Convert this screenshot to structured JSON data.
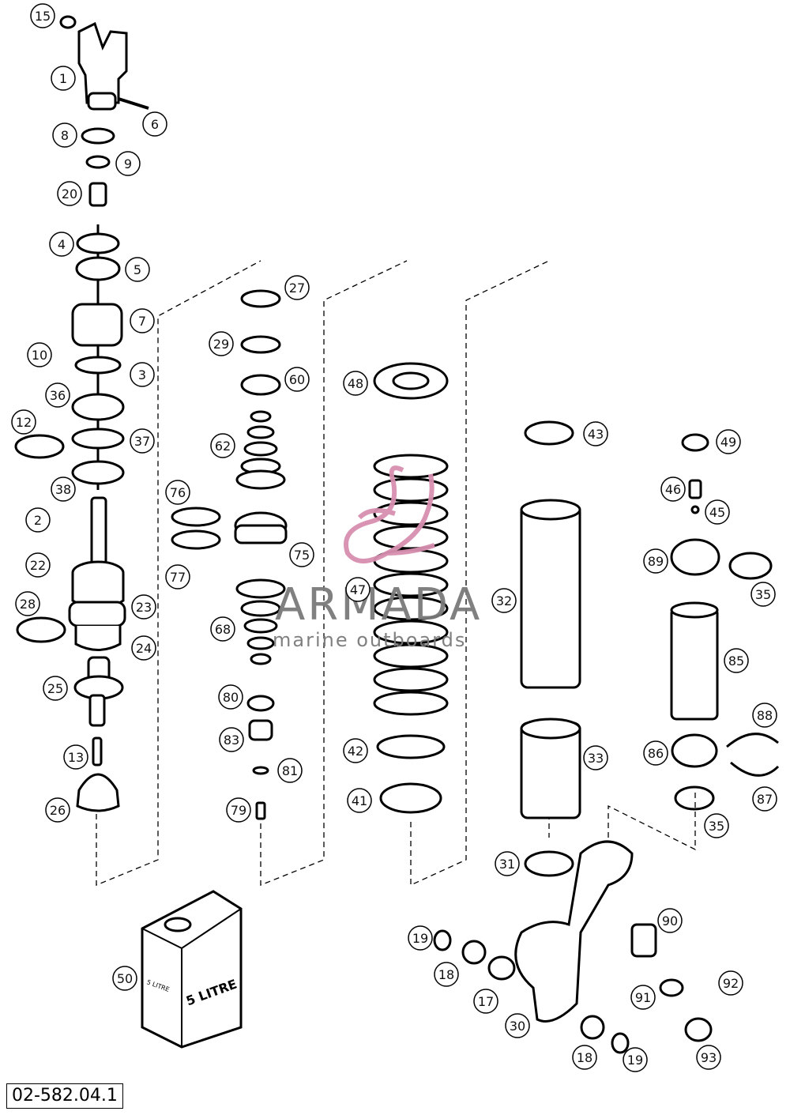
{
  "document_number": "02-582.04.1",
  "watermark": {
    "name": "ARMADA",
    "tagline": "marine outboards",
    "color": "#d88fb0",
    "text_color": "#7a7a7a"
  },
  "can_label_large": "5 LITRE",
  "can_label_small": "5 LITRE",
  "callouts": [
    "15",
    "1",
    "6",
    "8",
    "9",
    "20",
    "4",
    "5",
    "7",
    "10",
    "3",
    "36",
    "12",
    "37",
    "38",
    "2",
    "22",
    "28",
    "23",
    "24",
    "25",
    "13",
    "26",
    "27",
    "29",
    "60",
    "62",
    "76",
    "75",
    "77",
    "68",
    "80",
    "83",
    "81",
    "79",
    "48",
    "47",
    "42",
    "41",
    "43",
    "32",
    "33",
    "31",
    "49",
    "46",
    "45",
    "89",
    "35",
    "85",
    "88",
    "86",
    "87",
    "35",
    "90",
    "19",
    "18",
    "17",
    "30",
    "91",
    "92",
    "18",
    "19",
    "93",
    "50"
  ]
}
